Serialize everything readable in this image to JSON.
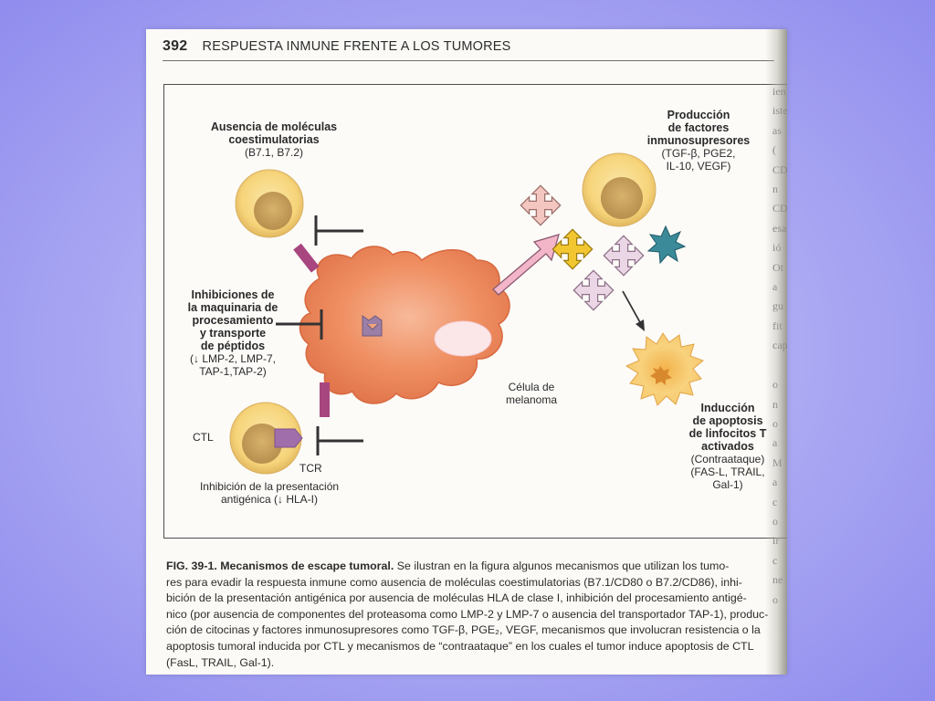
{
  "header": {
    "page_number": "392",
    "title": "RESPUESTA INMUNE FRENTE A LOS TUMORES"
  },
  "figure": {
    "costim": {
      "lines_bold": [
        "Ausencia de moléculas",
        "coestimulatorias"
      ],
      "sub": "(B7.1, B7.2)"
    },
    "processing": {
      "lines_bold": [
        "Inhibiciones de",
        "la maquinaria de",
        "procesamiento",
        "y transporte",
        "de péptidos"
      ],
      "sub": [
        "(↓ LMP-2, LMP-7,",
        "TAP-1,TAP-2)"
      ]
    },
    "ctl_label": "CTL",
    "tcr_label": "TCR",
    "presentation": [
      "Inhibición de la presentación",
      "antigénica (↓ HLA-I)"
    ],
    "melanoma": [
      "Célula de",
      "melanoma"
    ],
    "production": {
      "lines_bold": [
        "Producción",
        "de factores",
        "inmunosupresores"
      ],
      "sub": [
        "(TGF-β, PGE2,",
        "IL-10, VEGF)"
      ]
    },
    "apoptosis": {
      "lines_bold": [
        "Inducción",
        "de apoptosis",
        "de linfocitos T",
        "activados"
      ],
      "sub": [
        "(Contraataque)",
        "(FAS-L, TRAIL,",
        "Gal-1)"
      ]
    }
  },
  "margin_fragments": [
    "ien",
    "iste",
    "as",
    "(",
    "CD",
    "n",
    "CD",
    "esa",
    "ió",
    "Ot",
    "a",
    "gu",
    "fit",
    "cap",
    "",
    "o",
    "n",
    "o",
    "a",
    "M",
    "a",
    "c",
    "o",
    "ir",
    "c",
    "ne",
    "o"
  ],
  "caption": {
    "fig_label": "FIG. 39-1. Mecanismos de escape tumoral.",
    "line1_rest": " Se ilustran en la figura algunos mecanismos que utilizan los tumo-",
    "lines": [
      "res para evadir la respuesta inmune como ausencia de moléculas coestimulatorias (B7.1/CD80 o B7.2/CD86), inhi-",
      "bición de la presentación antigénica por ausencia de moléculas HLA de clase I, inhibición del procesamiento antigé-",
      "nico (por ausencia de componentes del proteasoma como LMP-2 y LMP-7 o ausencia del transportador TAP-1), produc-",
      "ción de citocinas y factores inmunosupresores como TGF-β, PGE₂, VEGF, mecanismos que involucran resistencia o la",
      "apoptosis tumoral inducida por CTL y mecanismos de “contraataque” en los cuales el tumor induce apoptosis de CTL",
      "(FasL, TRAIL, Gal-1)."
    ]
  },
  "colors": {
    "background": "#a9a7f2",
    "tumor": "#ec8a5e",
    "cell_outer": "#f6d97f",
    "cell_nucleus": "#c9a35f",
    "mhc_purple": "#a8467f",
    "arrow_pink": "#f4b9cc"
  }
}
